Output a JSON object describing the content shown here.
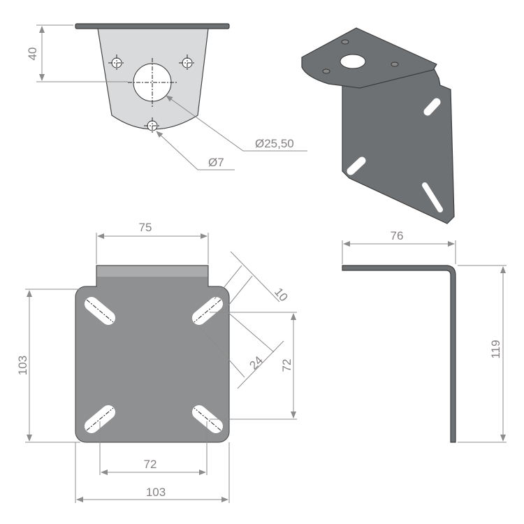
{
  "top_view": {
    "dim_height": "40",
    "dim_big_hole": "Ø25,50",
    "dim_small_hole": "Ø7"
  },
  "front_view": {
    "dim_tab_width": "75",
    "dim_height": "103",
    "dim_hole_spacing_x": "72",
    "dim_width": "103",
    "dim_hole_spacing_y": "72",
    "dim_slot_width": "10",
    "dim_slot_length": "24"
  },
  "side_view": {
    "dim_depth": "76",
    "dim_height": "119"
  },
  "colors": {
    "plate": "#8e9092",
    "top_plate": "#d8dadc",
    "dimension": "#858080"
  }
}
